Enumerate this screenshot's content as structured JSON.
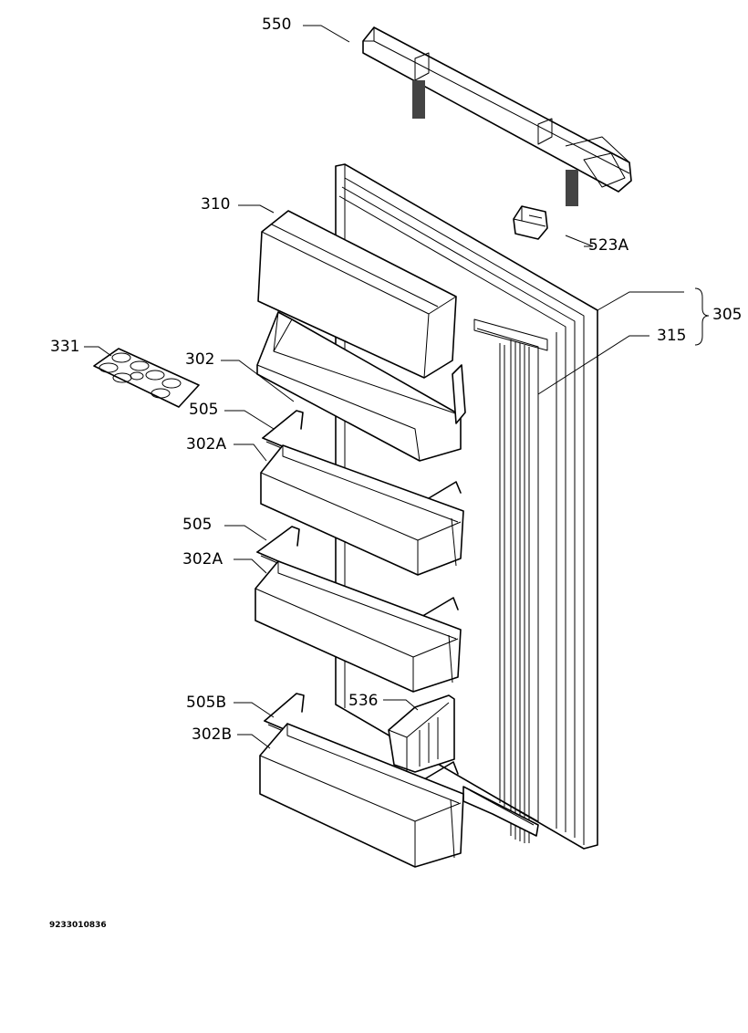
{
  "labels": {
    "p550": "550",
    "p310": "310",
    "p523a": "523A",
    "p305": "305",
    "p315": "315",
    "p331": "331",
    "p302": "302",
    "p505_1": "505",
    "p302a_1": "302A",
    "p505_2": "505",
    "p302a_2": "302A",
    "p505b": "505B",
    "p536": "536",
    "p302b": "302B"
  },
  "drawing_code": "9233010836",
  "colors": {
    "line": "#000000",
    "background": "#ffffff"
  }
}
